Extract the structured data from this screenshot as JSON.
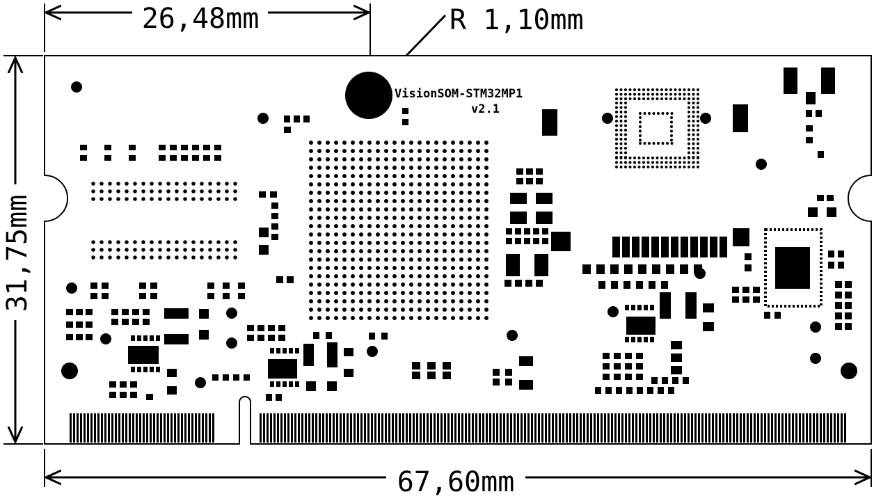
{
  "dimensions": {
    "top_offset": "26,48mm",
    "hole_radius": "R 1,10mm",
    "height": "31,75mm",
    "width": "67,60mm"
  },
  "board": {
    "name": "VisionSOM-STM32MP1",
    "version": "v2.1"
  },
  "colors": {
    "ink": "#000000",
    "background": "#ffffff"
  }
}
